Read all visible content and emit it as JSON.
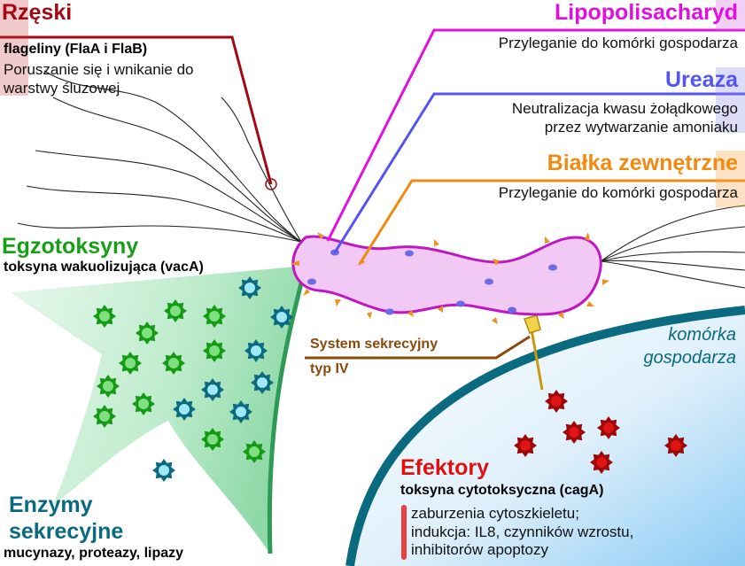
{
  "colors": {
    "rzeski": "#a00a14",
    "lps": "#e010e0",
    "ureaza": "#5555ee",
    "bialka": "#f08a10",
    "egzo": "#16a016",
    "enzymy": "#0a6a80",
    "efektory": "#e01010",
    "system": "#8a4a0a",
    "komorka": "#0a6a80",
    "bacteria_fill": "#f2c8f4"
  },
  "labels": {
    "rzeski": {
      "title": "Rzęski",
      "sub": "flageliny (FlaA i FlaB)",
      "desc1": "Poruszanie się i wnikanie do",
      "desc2": "warstwy śluzowej"
    },
    "lps": {
      "title": "Lipopolisacharyd",
      "desc": "Przyleganie do komórki gospodarza"
    },
    "ureaza": {
      "title": "Ureaza",
      "desc1": "Neutralizacja kwasu żołądkowego",
      "desc2": "przez wytwarzanie amoniaku"
    },
    "bialka": {
      "title": "Białka zewnętrzne",
      "desc": "Przyleganie do komórki gospodarza"
    },
    "egzo": {
      "title": "Egzotoksyny",
      "sub": "toksyna wakuolizująca (vacA)"
    },
    "system": {
      "line1": "System sekrecyjny",
      "line2": "typ IV"
    },
    "komorka": {
      "line1": "komórka",
      "line2": "gospodarza"
    },
    "efektory": {
      "title": "Efektory",
      "sub": "toksyna cytotoksyczna (cagA)",
      "desc1": "zaburzenia cytoszkieletu;",
      "desc2": "indukcja: IL8, czynników wzrostu,",
      "desc3": "inhibitorów apoptozy"
    },
    "enzymy": {
      "title1": "Enzymy",
      "title2": "sekrecyjne",
      "sub": "mucynazy, proteazy, lipazy"
    }
  }
}
